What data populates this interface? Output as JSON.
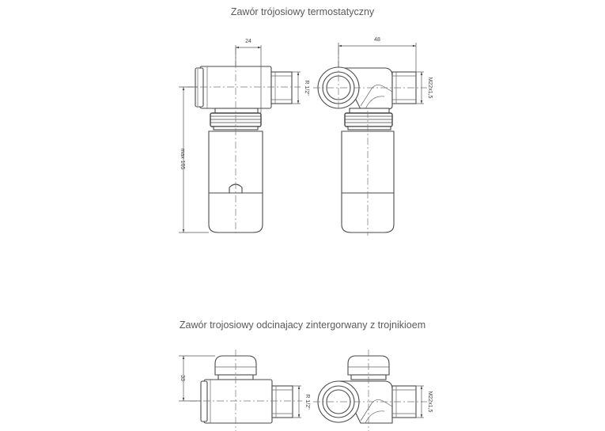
{
  "titles": {
    "top": "Zawór trójosiowy termostatyczny",
    "bottom": "Zawór trojosiowy odcinajacy zintergorwany z trojnikioem"
  },
  "dimensions": {
    "width_side": "24",
    "width_front": "48",
    "height": "max 105",
    "thread_side": "R 1/2\"",
    "thread_front": "M22x1,5",
    "height_bottom": "33",
    "thread_side_bottom": "R 1/2\"",
    "thread_front_bottom": "M22x1,5"
  }
}
